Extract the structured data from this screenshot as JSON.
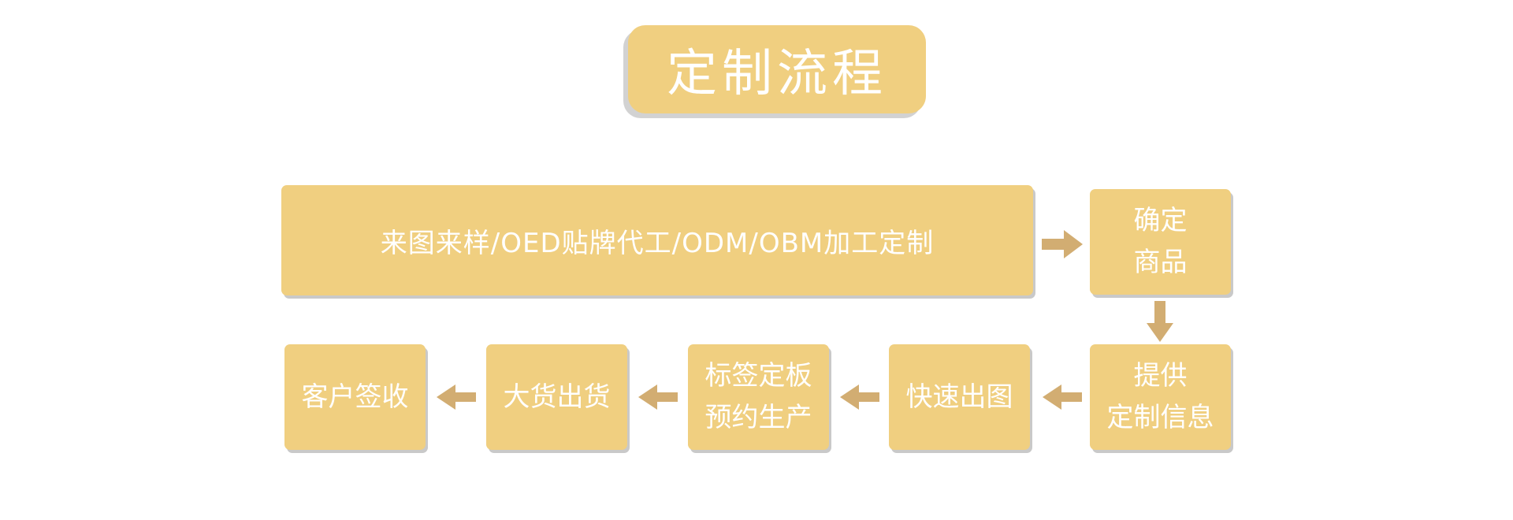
{
  "title": "定制流程",
  "steps": [
    {
      "id": "step-1",
      "text": "来图来样/OED贴牌代工/ODM/OBM加工定制"
    },
    {
      "id": "step-2",
      "line1": "确定",
      "line2": "商品"
    },
    {
      "id": "step-3",
      "line1": "提供",
      "line2": "定制信息"
    },
    {
      "id": "step-4",
      "text": "快速出图"
    },
    {
      "id": "step-5",
      "line1": "标签定板",
      "line2": "预约生产"
    },
    {
      "id": "step-6",
      "text": "大货出货"
    },
    {
      "id": "step-7",
      "text": "客户签收"
    }
  ],
  "colors": {
    "box_fill": "#f0cf80",
    "arrow_fill": "#d2ad72",
    "text": "#ffffff",
    "shadow": "#c9c9c9"
  },
  "icons": {
    "flow_arrow": "arrow-icon"
  }
}
